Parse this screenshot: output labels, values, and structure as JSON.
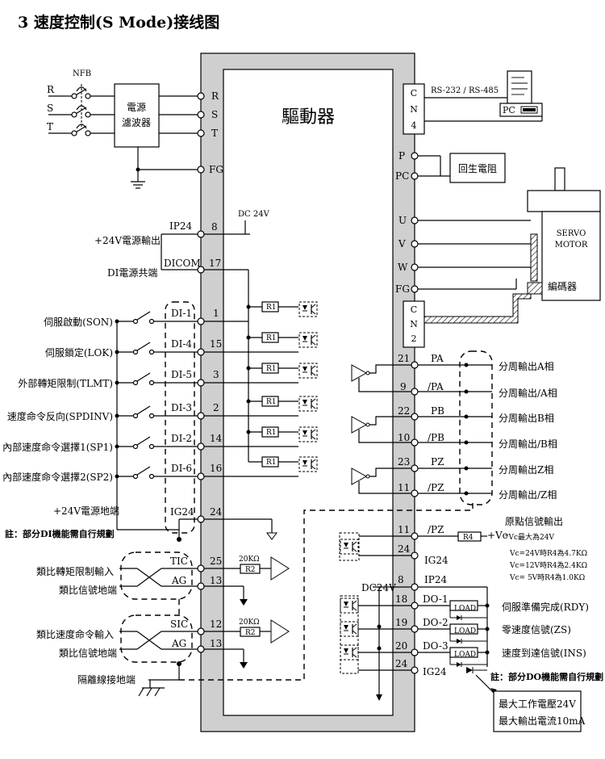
{
  "title": "3  速度控制(S Mode)接线图",
  "driver": {
    "name": "驅動器"
  },
  "power": {
    "nfb": "NFB",
    "phases": [
      "R",
      "S",
      "T"
    ],
    "filter": [
      "電源",
      "濾波器"
    ],
    "terminals": [
      "R",
      "S",
      "T",
      "FG"
    ]
  },
  "comm": {
    "cn4": [
      "C",
      "N",
      "4"
    ],
    "protocol": "RS-232 / RS-485",
    "pc": "PC"
  },
  "regen": {
    "terminals": [
      "P",
      "PC"
    ],
    "label": "回生電阻"
  },
  "motor": {
    "terminals": [
      "U",
      "V",
      "W",
      "FG"
    ],
    "name": [
      "SERVO",
      "MOTOR"
    ],
    "encoder": "編碼器",
    "cn2": [
      "C",
      "N",
      "2"
    ]
  },
  "dc24": {
    "supply": "DC 24V",
    "ip24": {
      "label": "+24V電源輸出",
      "signal": "IP24",
      "pin": "8"
    },
    "dicom": {
      "label": "DI電源共端",
      "signal": "DICOM",
      "pin": "17"
    }
  },
  "di": [
    {
      "label": "伺服啟動(SON)",
      "signal": "DI-1",
      "pin": "1"
    },
    {
      "label": "伺服鎖定(LOK)",
      "signal": "DI-4",
      "pin": "15"
    },
    {
      "label": "外部轉矩限制(TLMT)",
      "signal": "DI-5",
      "pin": "3"
    },
    {
      "label": "速度命令反向(SPDINV)",
      "signal": "DI-3",
      "pin": "2"
    },
    {
      "label": "內部速度命令選擇1(SP1)",
      "signal": "DI-2",
      "pin": "14"
    },
    {
      "label": "內部速度命令選擇2(SP2)",
      "signal": "DI-6",
      "pin": "16"
    }
  ],
  "resistor_r1": "R1",
  "ig24": {
    "label": "+24V電源地端",
    "signal": "IG24",
    "pin": "24"
  },
  "note_di": "註：部分DI機能需自行規劃",
  "analog": [
    {
      "label": "類比轉矩限制輸入",
      "signal": "TIC",
      "pin": "25",
      "res": "20KΩ",
      "rname": "R2"
    },
    {
      "label": "類比信號地端",
      "signal": "AG",
      "pin": "13"
    },
    {
      "label": "類比速度命令輸入",
      "signal": "SIC",
      "pin": "12",
      "res": "20KΩ",
      "rname": "R2"
    },
    {
      "label": "類比信號地端",
      "signal": "AG",
      "pin": "13"
    }
  ],
  "shield_ground": "隔離線接地端",
  "encoder_out": [
    {
      "pin": "21",
      "signal": "PA",
      "label": "分周輸出A相"
    },
    {
      "pin": "9",
      "signal": "/PA",
      "label": "分周輸出/A相"
    },
    {
      "pin": "22",
      "signal": "PB",
      "label": "分周輸出B相"
    },
    {
      "pin": "10",
      "signal": "/PB",
      "label": "分周輸出/B相"
    },
    {
      "pin": "23",
      "signal": "PZ",
      "label": "分周輸出Z相"
    },
    {
      "pin": "11",
      "signal": "/PZ",
      "label": "分周輸出/Z相"
    }
  ],
  "origin": {
    "pin": "11",
    "signal": "/PZ",
    "gnd_pin": "24",
    "gnd_signal": "IG24",
    "r4": "R4",
    "vc": "+Vc",
    "title": "原點信號輸出",
    "notes": [
      "*Vc最大為24V",
      "Vc=24V時R4為4.7KΩ",
      "Vc=12V時R4為2.4KΩ",
      "Vc= 5V時R4為1.0KΩ"
    ]
  },
  "do_supply": {
    "label": "DC24V",
    "pin": "8",
    "signal": "IP24"
  },
  "do": [
    {
      "pin": "18",
      "signal": "DO-1",
      "label": "伺服準備完成(RDY)"
    },
    {
      "pin": "19",
      "signal": "DO-2",
      "label": "零速度信號(ZS)"
    },
    {
      "pin": "20",
      "signal": "DO-3",
      "label": "速度到達信號(INS)"
    }
  ],
  "do_gnd": {
    "pin": "24",
    "signal": "IG24"
  },
  "load": "LOAD",
  "note_do": "註：部分DO機能需自行規劃",
  "do_limits": [
    "最大工作電壓24V",
    "最大輸出電流10mA"
  ]
}
